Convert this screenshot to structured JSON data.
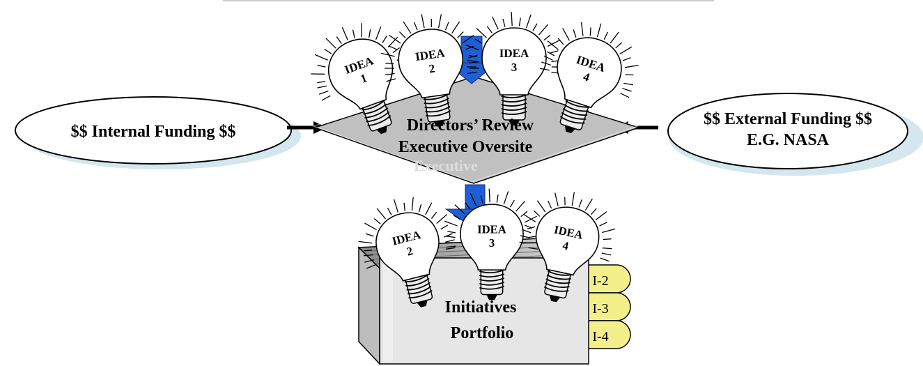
{
  "internal_funding": "$$ Internal Funding $$",
  "external_funding": {
    "line1": "$$ External Funding $$",
    "line2": "E.G. NASA"
  },
  "review": {
    "line1": "Directors’ Review",
    "line2": "Executive Oversite"
  },
  "portfolio": {
    "line1": "Initiatives",
    "line2": "Portfolio"
  },
  "top_ideas": [
    {
      "word": "IDEA",
      "num": "1"
    },
    {
      "word": "IDEA",
      "num": "2"
    },
    {
      "word": "IDEA",
      "num": "3"
    },
    {
      "word": "IDEA",
      "num": "4"
    }
  ],
  "bottom_ideas": [
    {
      "word": "IDEA",
      "num": "2"
    },
    {
      "word": "IDEA",
      "num": "3"
    },
    {
      "word": "IDEA",
      "num": "4"
    }
  ],
  "tabs": [
    "I-2",
    "I-3",
    "I-4"
  ],
  "colors": {
    "arrow_blue": "#1f5fd6",
    "diamond": "#c8c8c8",
    "shadow": "#d4e6ee",
    "tab": "#f3f08c"
  }
}
